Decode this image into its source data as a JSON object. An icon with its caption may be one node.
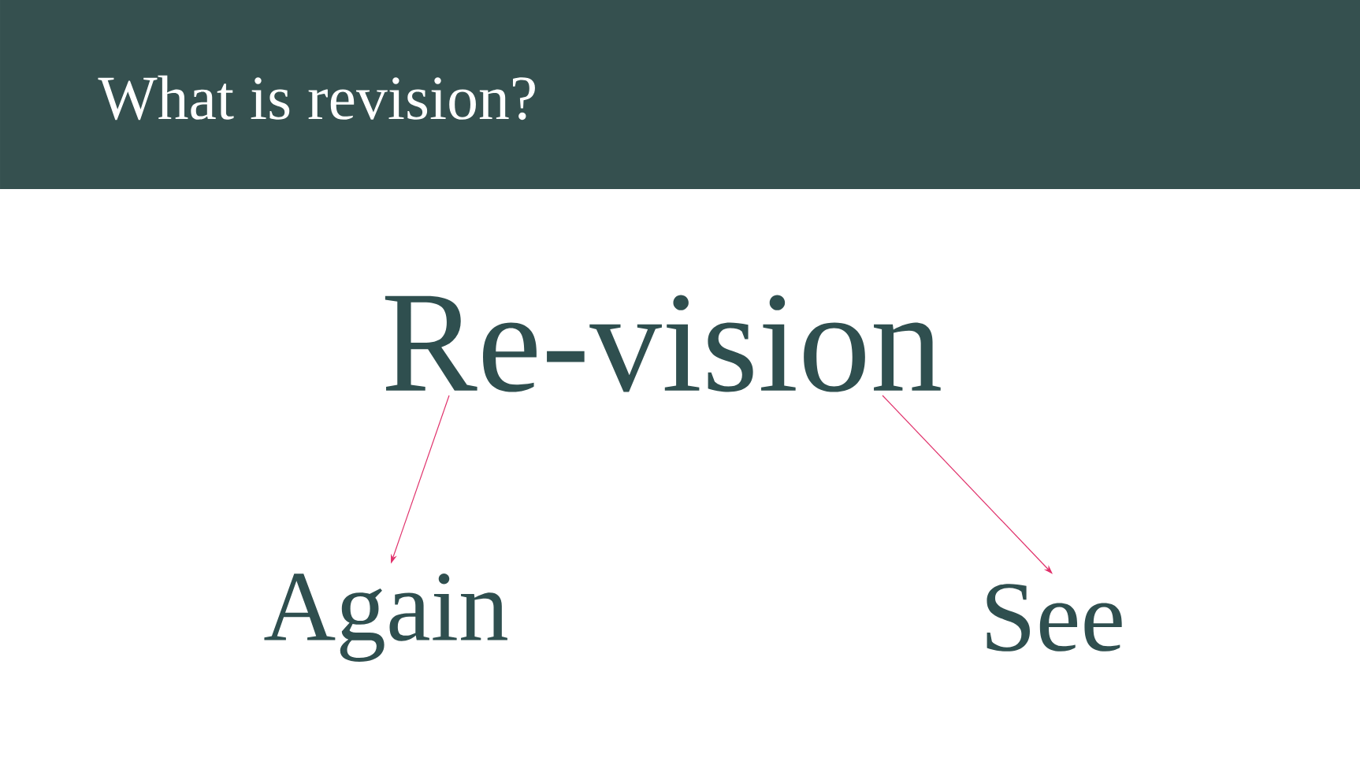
{
  "diagram": {
    "title": "What is revision?",
    "nodes": [
      {
        "text": [
          "Re-vision"
        ]
      },
      {
        "text": [
          "Again"
        ]
      },
      {
        "text": [
          "See"
        ]
      }
    ],
    "edges": [
      {
        "from": 0,
        "to": 1,
        "arrow": "to"
      },
      {
        "from": 0,
        "to": 2,
        "arrow": "to"
      }
    ]
  }
}
